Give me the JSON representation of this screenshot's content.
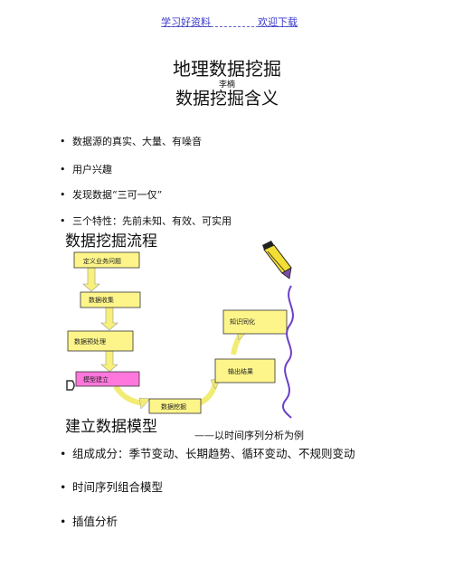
{
  "header": {
    "left": "学习好资料",
    "right": "欢迎下载"
  },
  "title": "地理数据挖掘",
  "author": "李楠",
  "subtitle": "数据挖掘含义",
  "bullets1": [
    "数据源的真实、大量、有噪音",
    "用户兴趣",
    "发现数据“三可一仅”",
    "三个特性：先前未知、有效、可实用"
  ],
  "section1": "数据挖掘流程",
  "flow": {
    "steps": [
      "定义业务问题",
      "数据收集",
      "数据预处理",
      "模型建立",
      "数据挖掘",
      "输出结果",
      "知识同化"
    ],
    "colors": {
      "box": "#fdf58a",
      "highlight": "#ff77dd",
      "arrow": "#f7f07a",
      "squiggle": "#6b3fc8"
    }
  },
  "section2": "建立数据模型",
  "section2_note": "——以时间序列分析为例",
  "bullets2": [
    "组成成分：季节变动、长期趋势、循环变动、不规则变动",
    "时间序列组合模型",
    "插值分析"
  ]
}
